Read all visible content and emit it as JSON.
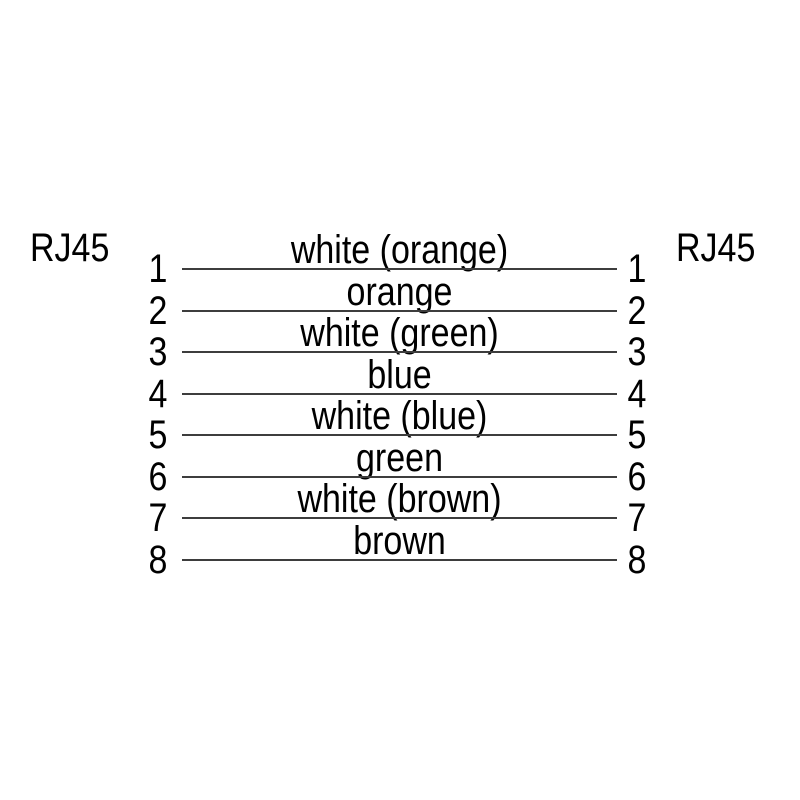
{
  "diagram": {
    "type": "cable-pinout",
    "left_connector_label": "RJ45",
    "right_connector_label": "RJ45",
    "wires": [
      {
        "left_pin": "1",
        "right_pin": "1",
        "color_label": "white (orange)"
      },
      {
        "left_pin": "2",
        "right_pin": "2",
        "color_label": "orange"
      },
      {
        "left_pin": "3",
        "right_pin": "3",
        "color_label": "white (green)"
      },
      {
        "left_pin": "4",
        "right_pin": "4",
        "color_label": "blue"
      },
      {
        "left_pin": "5",
        "right_pin": "5",
        "color_label": "white (blue)"
      },
      {
        "left_pin": "6",
        "right_pin": "6",
        "color_label": "green"
      },
      {
        "left_pin": "7",
        "right_pin": "7",
        "color_label": "white (brown)"
      },
      {
        "left_pin": "8",
        "right_pin": "8",
        "color_label": "brown"
      }
    ],
    "colors": {
      "line": "#3d3d3d",
      "text": "#000000",
      "background": "#ffffff"
    }
  }
}
